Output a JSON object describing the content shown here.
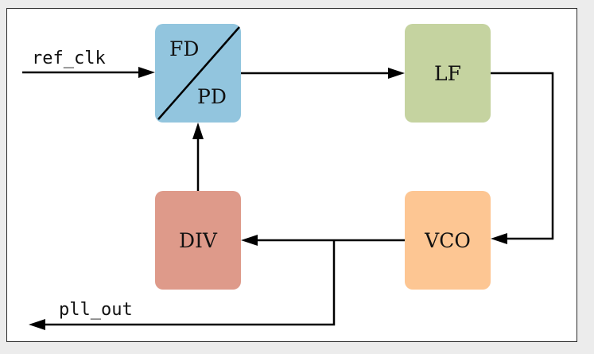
{
  "blocks": {
    "fd_pd": {
      "top_label": "FD",
      "bottom_label": "PD",
      "color": "#92c5de"
    },
    "lf": {
      "label": "LF",
      "color": "#c5d3a0"
    },
    "div": {
      "label": "DIV",
      "color": "#de9a8a"
    },
    "vco": {
      "label": "VCO",
      "color": "#fdc693"
    }
  },
  "signals": {
    "input": "ref_clk",
    "output": "pll_out"
  }
}
